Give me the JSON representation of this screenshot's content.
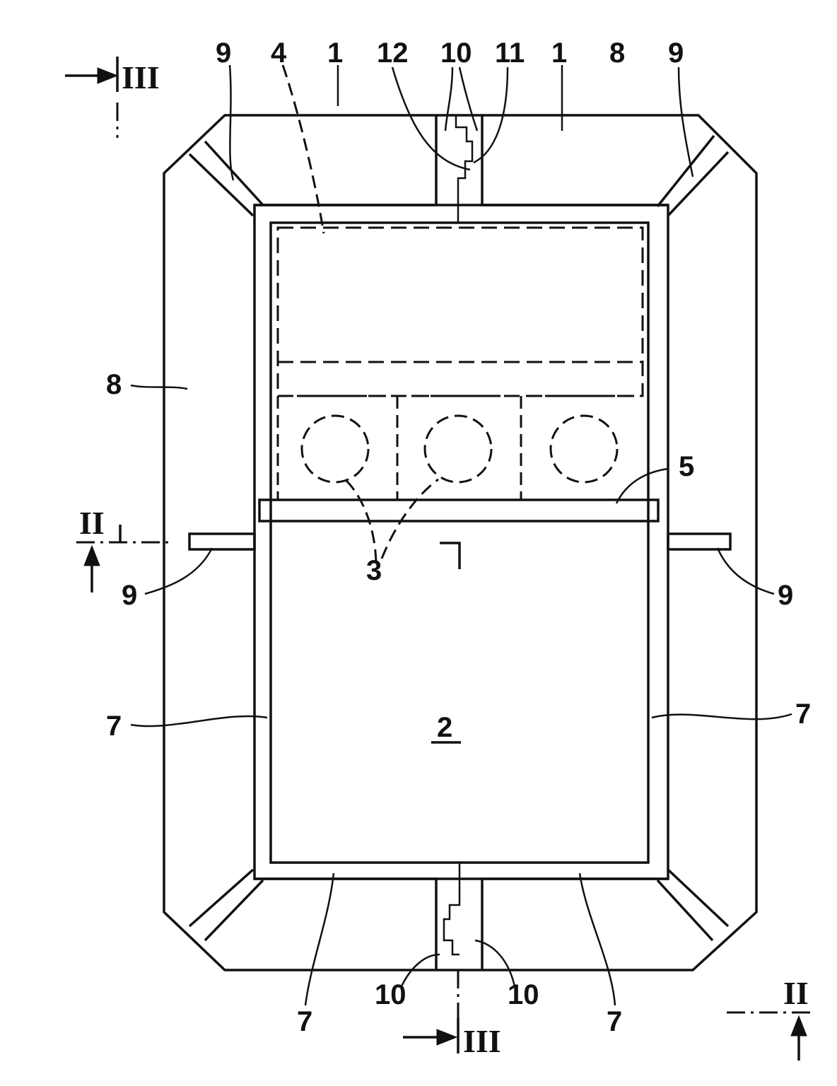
{
  "figure": {
    "reference_numerals": {
      "n1_left": "1",
      "n1_right": "1",
      "n2": "2",
      "n3": "3",
      "n4": "4",
      "n5": "5",
      "n7_left": "7",
      "n7_right": "7",
      "n7_bottom_left": "7",
      "n7_bottom_right": "7",
      "n8_left": "8",
      "n8_right": "8",
      "n9_top_left": "9",
      "n9_top_right": "9",
      "n9_mid_left": "9",
      "n9_mid_right": "9",
      "n10_top": "10",
      "n10_bottom_left": "10",
      "n10_bottom_right": "10",
      "n11": "11",
      "n12": "12"
    },
    "section_marks": {
      "top_left": "III",
      "bottom_center": "III",
      "mid_left": "II",
      "bottom_right": "II"
    }
  }
}
